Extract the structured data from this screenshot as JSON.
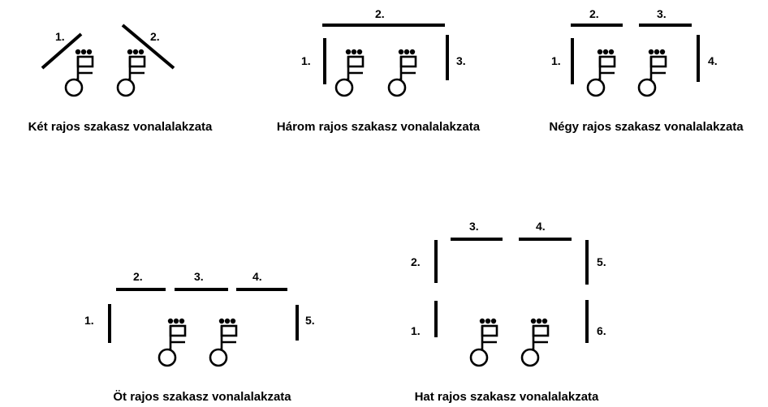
{
  "diagrams": [
    {
      "caption": "Két rajos szakasz vonalalakzata",
      "lines": [
        {
          "label": "1."
        },
        {
          "label": "2."
        }
      ]
    },
    {
      "caption": "Három rajos szakasz vonalalakzata",
      "lines": [
        {
          "label": "1."
        },
        {
          "label": "2."
        },
        {
          "label": "3."
        }
      ]
    },
    {
      "caption": "Négy rajos szakasz vonalalakzata",
      "lines": [
        {
          "label": "1."
        },
        {
          "label": "2."
        },
        {
          "label": "3."
        },
        {
          "label": "4."
        }
      ]
    },
    {
      "caption": "Öt rajos szakasz vonalalakzata",
      "lines": [
        {
          "label": "1."
        },
        {
          "label": "2."
        },
        {
          "label": "3."
        },
        {
          "label": "4."
        },
        {
          "label": "5."
        }
      ]
    },
    {
      "caption": "Hat rajos szakasz vonalalakzata",
      "lines": [
        {
          "label": "1."
        },
        {
          "label": "2."
        },
        {
          "label": "3."
        },
        {
          "label": "4."
        },
        {
          "label": "5."
        },
        {
          "label": "6."
        }
      ]
    }
  ]
}
